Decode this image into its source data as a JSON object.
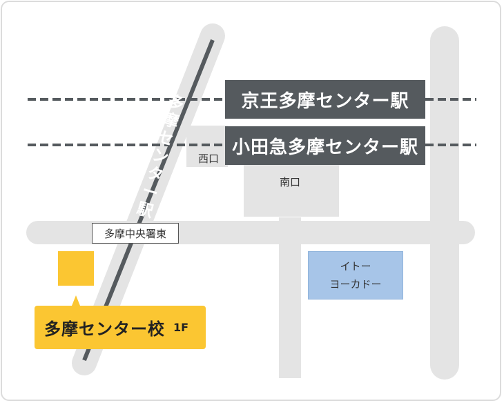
{
  "stations": {
    "keio": "京王多摩センター駅",
    "odakyu": "小田急多摩センター駅",
    "monorail": "多摩センター駅"
  },
  "exits": {
    "west": "西口",
    "south": "南口"
  },
  "landmarks": {
    "police": "多摩中央署東",
    "store_line1": "イトー",
    "store_line2": "ヨーカドー"
  },
  "school": {
    "name": "多摩センター校",
    "floor": "1F"
  },
  "colors": {
    "road": "#e4e4e4",
    "station_bg": "#555a5e",
    "rail_dash": "#555a5e",
    "store": "#a7c5e8",
    "school": "#fbc632"
  }
}
